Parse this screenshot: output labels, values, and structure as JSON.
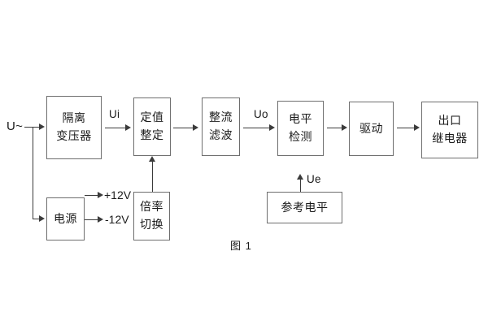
{
  "figure": {
    "caption": "图 1",
    "input_label": "U~",
    "signals": {
      "ui": "Ui",
      "uo": "Uo",
      "ue": "Ue"
    },
    "rails": {
      "positive": "+12V",
      "negative": "-12V"
    },
    "blocks": [
      {
        "id": "isolation-transformer",
        "line1": "隔离",
        "line2": "变压器"
      },
      {
        "id": "power-supply",
        "line1": "电源",
        "line2": ""
      },
      {
        "id": "setpoint-setting",
        "line1": "定值",
        "line2": "整定"
      },
      {
        "id": "multiplier-switching",
        "line1": "倍率",
        "line2": "切换"
      },
      {
        "id": "rectify-filter",
        "line1": "整流",
        "line2": "滤波"
      },
      {
        "id": "level-detection",
        "line1": "电平",
        "line2": "检测"
      },
      {
        "id": "reference-level",
        "line1": "参考电平",
        "line2": ""
      },
      {
        "id": "driver",
        "line1": "驱动",
        "line2": ""
      },
      {
        "id": "output-relay",
        "line1": "出口",
        "line2": "继电器"
      }
    ],
    "colors": {
      "block_border": "#6e6e6e",
      "connector": "#3b3b3b",
      "text": "#1a1a1a",
      "background": "#ffffff"
    }
  }
}
